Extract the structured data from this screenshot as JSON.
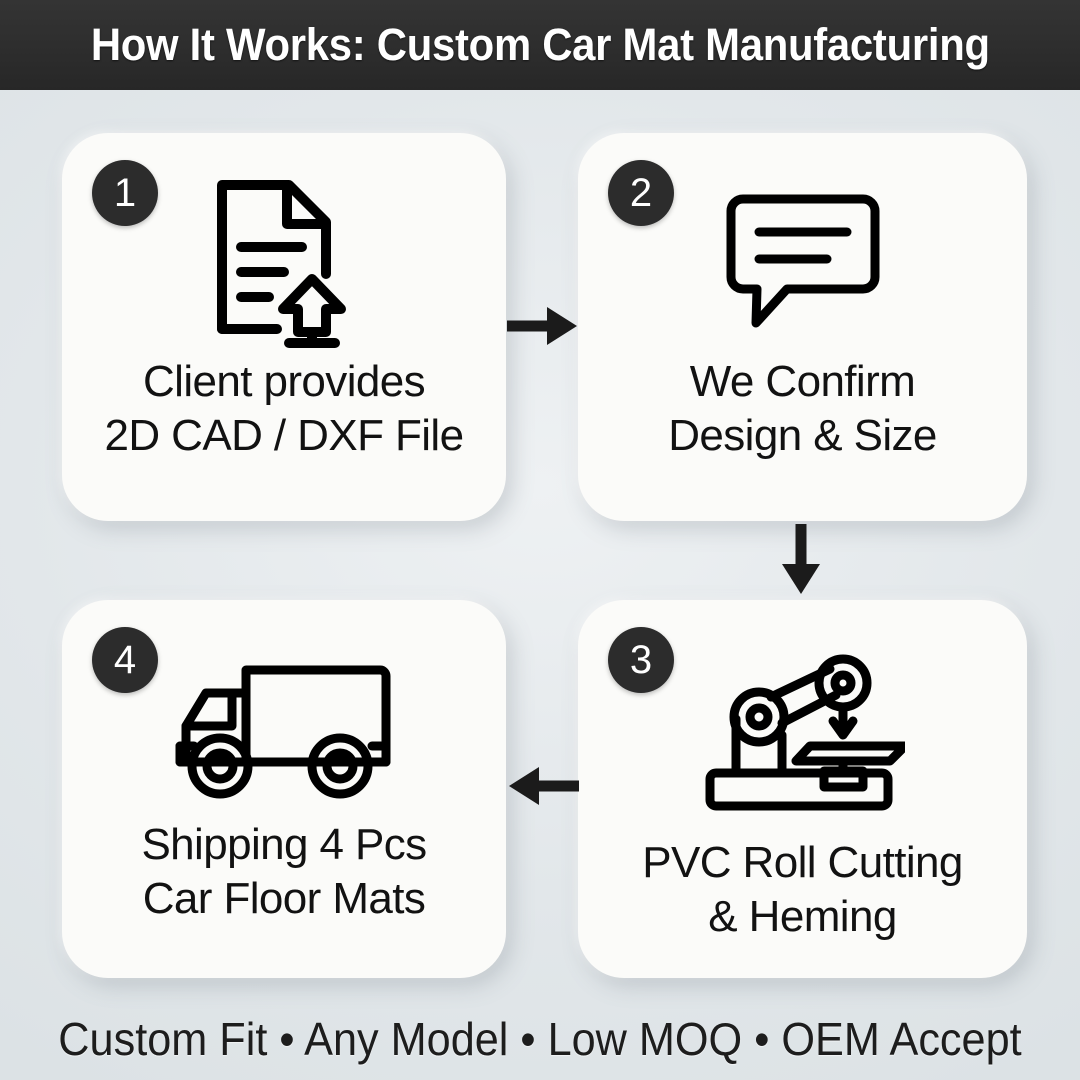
{
  "header": {
    "title": "How It Works: Custom Car Mat Manufacturing"
  },
  "steps": [
    {
      "number": "1",
      "icon": "document-upload-icon",
      "line1": "Client provides",
      "line2": "2D CAD / DXF File"
    },
    {
      "number": "2",
      "icon": "speech-bubble-icon",
      "line1": "We Confirm",
      "line2": "Design & Size"
    },
    {
      "number": "3",
      "icon": "robot-arm-icon",
      "line1": "PVC Roll Cutting",
      "line2": "& Heming"
    },
    {
      "number": "4",
      "icon": "delivery-truck-icon",
      "line1": "Shipping 4 Pcs",
      "line2": "Car Floor Mats"
    }
  ],
  "arrows": [
    {
      "name": "arrow-step1-to-step2",
      "direction": "right"
    },
    {
      "name": "arrow-step2-to-step3",
      "direction": "down"
    },
    {
      "name": "arrow-step3-to-step4",
      "direction": "left"
    }
  ],
  "footer": {
    "text": "Custom Fit • Any Model • Low MOQ • OEM Accept"
  },
  "colors": {
    "header_bar": "#2e2e2e",
    "badge": "#2c2c2c",
    "card": "#fbfbf9",
    "background": "#e4e9eb",
    "icon_stroke": "#000000",
    "caption_text": "#121212"
  }
}
